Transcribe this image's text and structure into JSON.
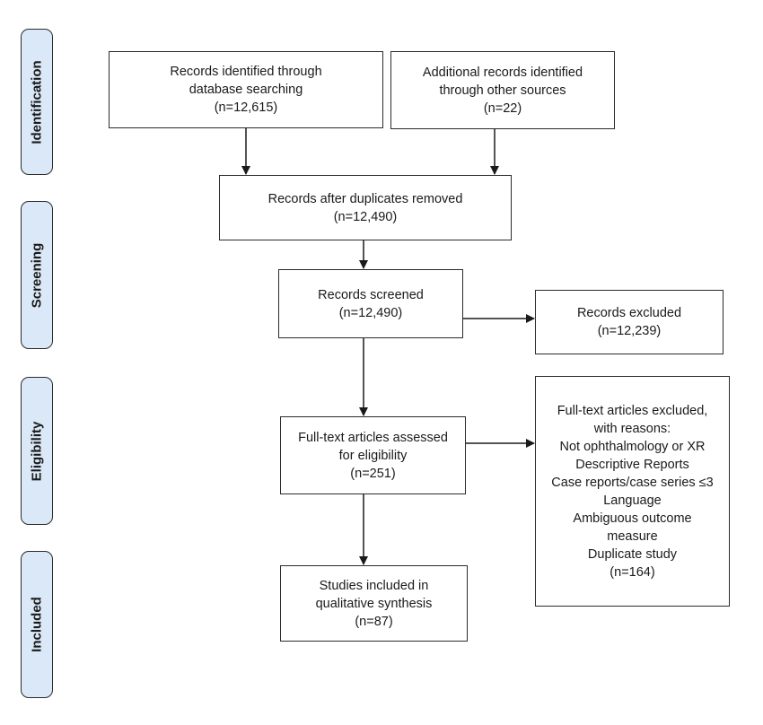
{
  "phases": {
    "identification": "Identification",
    "screening": "Screening",
    "eligibility": "Eligibility",
    "included": "Included"
  },
  "boxes": {
    "db_search": [
      "Records identified through",
      "database searching",
      "(n=12,615)"
    ],
    "other_sources": [
      "Additional records identified",
      "through other sources",
      "(n=22)"
    ],
    "duplicates_removed": [
      "Records after duplicates removed",
      "(n=12,490)"
    ],
    "screened": [
      "Records screened",
      "(n=12,490)"
    ],
    "excluded": [
      "Records excluded",
      "(n=12,239)"
    ],
    "fulltext_assessed": [
      "Full-text articles assessed",
      "for eligibility",
      "(n=251)"
    ],
    "fulltext_excluded": [
      "Full-text articles excluded,",
      "with reasons:",
      "Not ophthalmology or XR",
      "Descriptive Reports",
      "Case reports/case series ≤3",
      "Language",
      "Ambiguous outcome",
      "measure",
      "Duplicate study",
      "(n=164)"
    ],
    "included_studies": [
      "Studies included in",
      "qualitative synthesis",
      "(n=87)"
    ]
  }
}
